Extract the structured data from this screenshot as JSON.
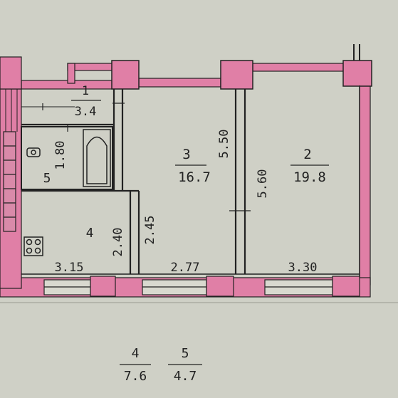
{
  "plan": {
    "colors": {
      "paper": "#cfd0c6",
      "wall": "#e07fa6",
      "wall_dark": "#b04070",
      "line": "#222222"
    },
    "rooms": [
      {
        "number": "1",
        "area": "3.4"
      },
      {
        "number": "3",
        "area": "16.7"
      },
      {
        "number": "2",
        "area": "19.8"
      },
      {
        "number": "4"
      },
      {
        "number": "5"
      }
    ],
    "dimensions": {
      "d_1_80": "1.80",
      "d_5_50": "5.50",
      "d_5_60": "5.60",
      "d_2_45": "2.45",
      "d_2_40": "2.40",
      "d_3_15": "3.15",
      "d_2_77": "2.77",
      "d_3_30": "3.30"
    },
    "summary": [
      {
        "number": "4",
        "value": "7.6"
      },
      {
        "number": "5",
        "value": "4.7"
      }
    ],
    "icons": [
      "bathtub-icon",
      "toilet-icon",
      "stove-icon",
      "window-icon",
      "radiator-icon"
    ]
  }
}
